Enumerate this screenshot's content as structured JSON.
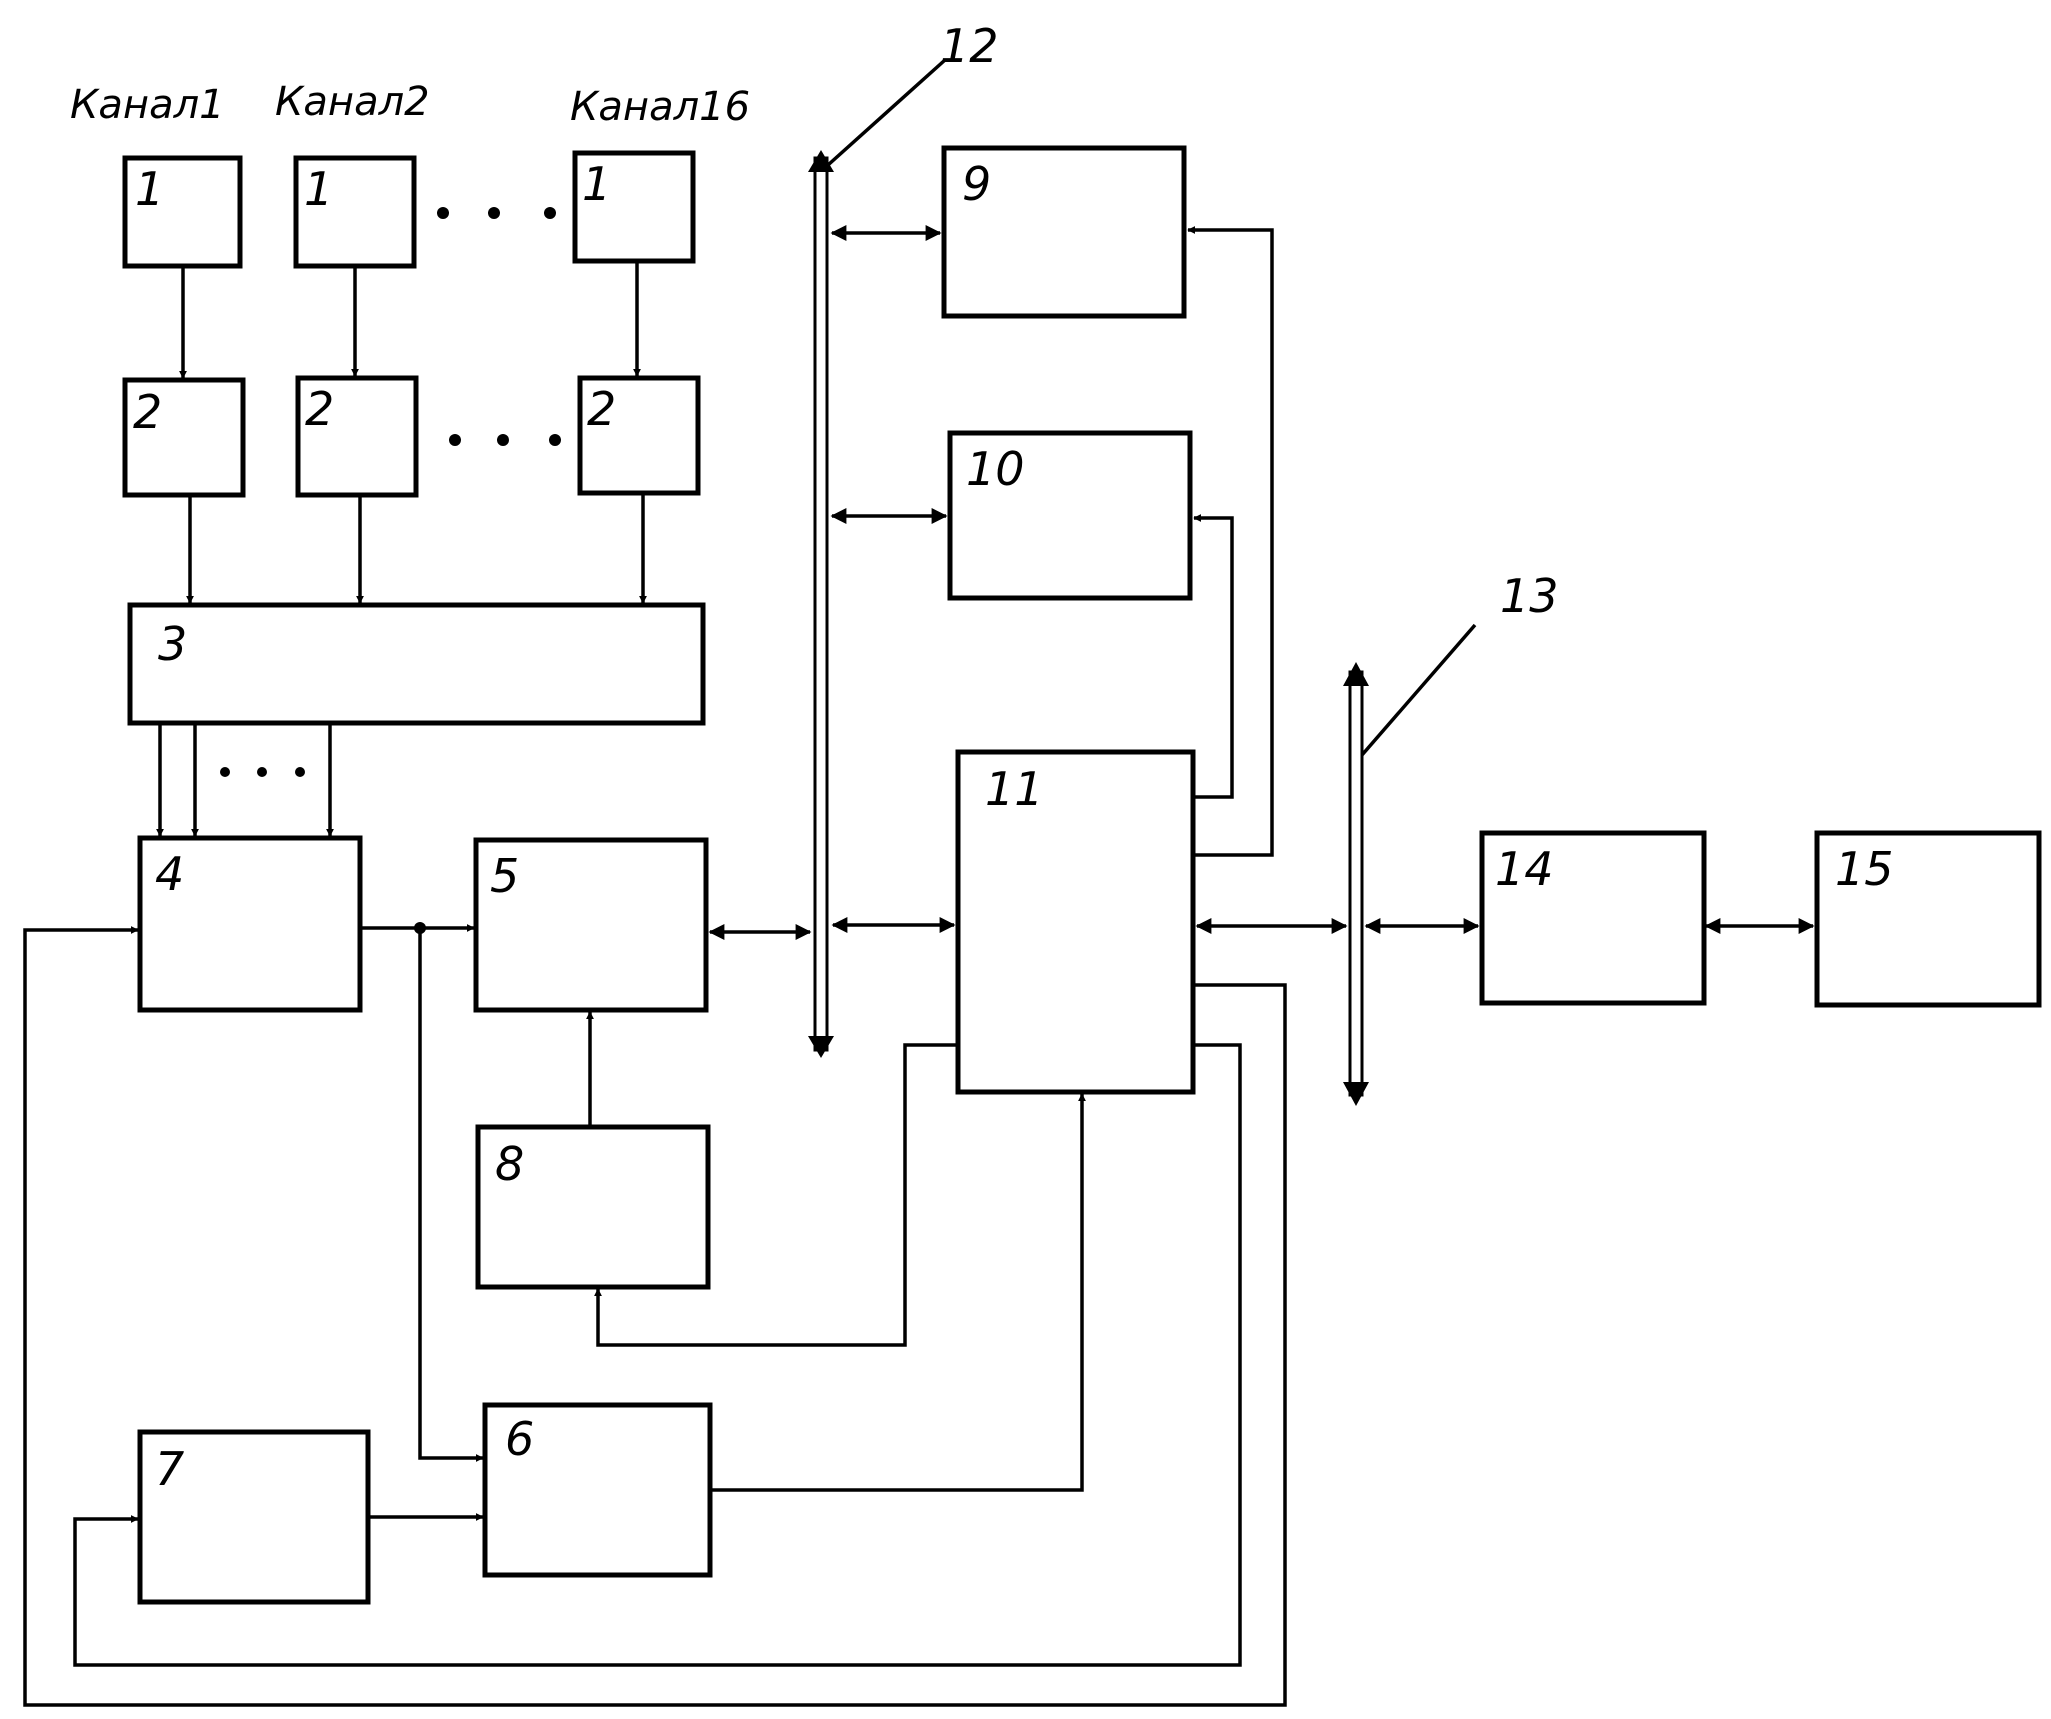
{
  "channels": [
    "Канал1",
    "Канал2",
    "Канал16"
  ],
  "blocks": {
    "b1a": "1",
    "b1b": "1",
    "b1c": "1",
    "b2a": "2",
    "b2b": "2",
    "b2c": "2",
    "b3": "3",
    "b4": "4",
    "b5": "5",
    "b6": "6",
    "b7": "7",
    "b8": "8",
    "b9": "9",
    "b10": "10",
    "b11": "11",
    "b14": "14",
    "b15": "15"
  },
  "buses": {
    "bus12": "12",
    "bus13": "13"
  }
}
